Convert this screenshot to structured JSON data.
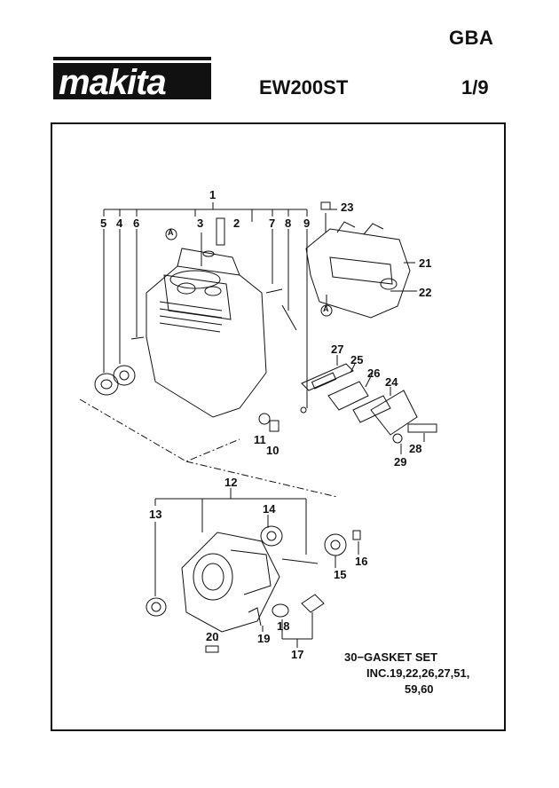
{
  "header": {
    "region_code": "GBA",
    "brand": "makita",
    "model": "EW200ST",
    "page": "1/9"
  },
  "callouts": {
    "c1": "1",
    "c2": "2",
    "c3": "3",
    "c4": "4",
    "c5": "5",
    "c6": "6",
    "c7": "7",
    "c8": "8",
    "c9": "9",
    "c10": "10",
    "c11": "11",
    "c12": "12",
    "c13": "13",
    "c14": "14",
    "c15": "15",
    "c16": "16",
    "c17": "17",
    "c18": "18",
    "c19": "19",
    "c20": "20",
    "c21": "21",
    "c22": "22",
    "c23": "23",
    "c24": "24",
    "c25": "25",
    "c26": "26",
    "c27": "27",
    "c28": "28",
    "c29": "29",
    "marker_a": "A"
  },
  "note": {
    "line1": "30−GASKET SET",
    "line2": "INC.19,22,26,27,51,",
    "line3": "59,60"
  }
}
